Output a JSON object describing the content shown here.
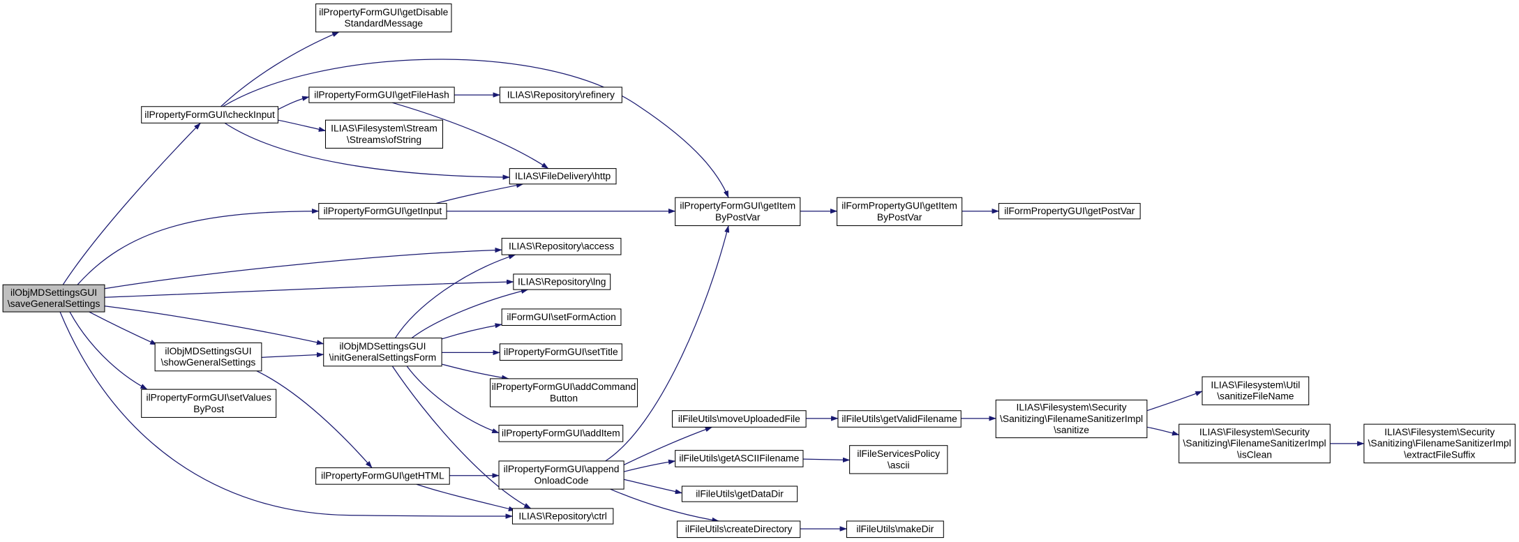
{
  "graph": {
    "colors": {
      "edge": "#191970",
      "root_fill": "#bfbfbf",
      "node_fill": "#ffffff",
      "node_border": "#000000",
      "text": "#000000",
      "background": "#ffffff"
    },
    "nodes": {
      "save_general_settings": [
        "ilObjMDSettingsGUI",
        "\\saveGeneralSettings"
      ],
      "check_input": [
        "ilPropertyFormGUI\\checkInput"
      ],
      "get_disable_standard_message": [
        "ilPropertyFormGUI\\getDisable",
        "StandardMessage"
      ],
      "get_file_hash": [
        "ilPropertyFormGUI\\getFileHash"
      ],
      "refinery": [
        "ILIAS\\Repository\\refinery"
      ],
      "streams_of_string": [
        "ILIAS\\Filesystem\\Stream",
        "\\Streams\\ofString"
      ],
      "file_delivery_http": [
        "ILIAS\\FileDelivery\\http"
      ],
      "get_input": [
        "ilPropertyFormGUI\\getInput"
      ],
      "form_get_item_by_post_var": [
        "ilPropertyFormGUI\\getItem",
        "ByPostVar"
      ],
      "property_get_item_by_post_var": [
        "ilFormPropertyGUI\\getItem",
        "ByPostVar"
      ],
      "get_post_var": [
        "ilFormPropertyGUI\\getPostVar"
      ],
      "repository_access": [
        "ILIAS\\Repository\\access"
      ],
      "repository_lng": [
        "ILIAS\\Repository\\lng"
      ],
      "set_form_action": [
        "ilFormGUI\\setFormAction"
      ],
      "init_general_settings_form": [
        "ilObjMDSettingsGUI",
        "\\initGeneralSettingsForm"
      ],
      "show_general_settings": [
        "ilObjMDSettingsGUI",
        "\\showGeneralSettings"
      ],
      "set_title": [
        "ilPropertyFormGUI\\setTitle"
      ],
      "add_command_button": [
        "ilPropertyFormGUI\\addCommand",
        "Button"
      ],
      "set_values_by_post": [
        "ilPropertyFormGUI\\setValues",
        "ByPost"
      ],
      "add_item": [
        "ilPropertyFormGUI\\addItem"
      ],
      "move_uploaded_file": [
        "ilFileUtils\\moveUploadedFile"
      ],
      "get_valid_filename": [
        "ilFileUtils\\getValidFilename"
      ],
      "sanitize": [
        "ILIAS\\Filesystem\\Security",
        "\\Sanitizing\\FilenameSanitizerImpl",
        "\\sanitize"
      ],
      "sanitize_file_name": [
        "ILIAS\\Filesystem\\Util",
        "\\sanitizeFileName"
      ],
      "is_clean": [
        "ILIAS\\Filesystem\\Security",
        "\\Sanitizing\\FilenameSanitizerImpl",
        "\\isClean"
      ],
      "extract_file_suffix": [
        "ILIAS\\Filesystem\\Security",
        "\\Sanitizing\\FilenameSanitizerImpl",
        "\\extractFileSuffix"
      ],
      "get_html": [
        "ilPropertyFormGUI\\getHTML"
      ],
      "append_onload_code": [
        "ilPropertyFormGUI\\append",
        "OnloadCode"
      ],
      "get_ascii_filename": [
        "ilFileUtils\\getASCIIFilename"
      ],
      "file_services_policy_ascii": [
        "ilFileServicesPolicy",
        "\\ascii"
      ],
      "get_data_dir": [
        "ilFileUtils\\getDataDir"
      ],
      "repository_ctrl": [
        "ILIAS\\Repository\\ctrl"
      ],
      "create_directory": [
        "ilFileUtils\\createDirectory"
      ],
      "make_dir": [
        "ilFileUtils\\makeDir"
      ]
    }
  }
}
